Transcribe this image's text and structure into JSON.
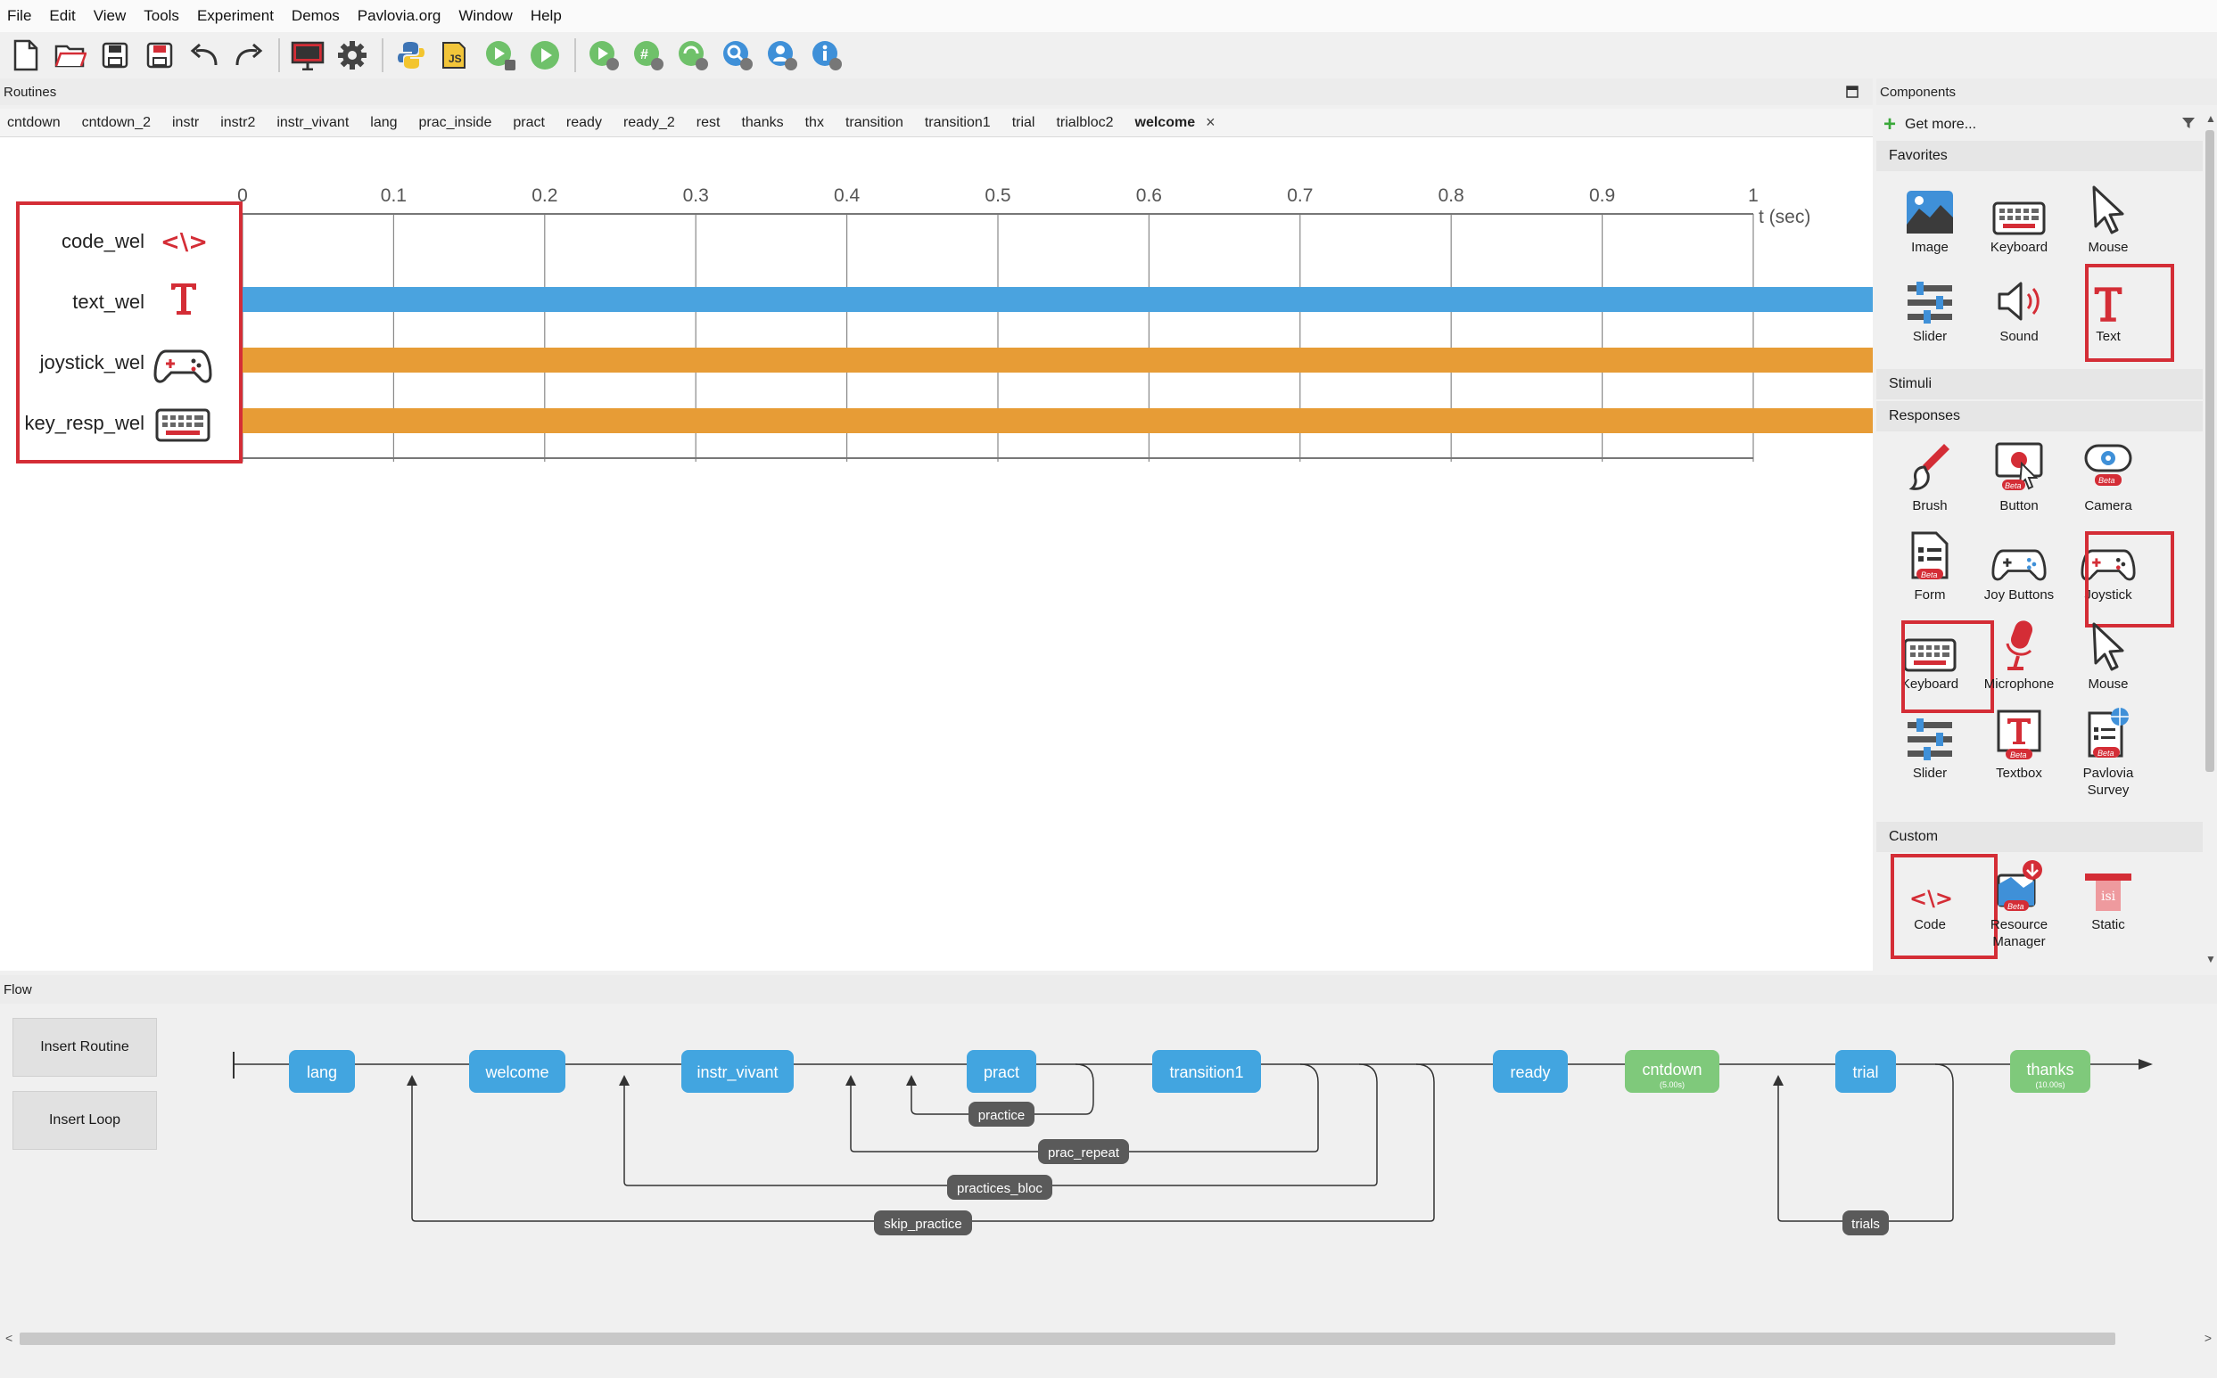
{
  "menu": [
    "File",
    "Edit",
    "View",
    "Tools",
    "Experiment",
    "Demos",
    "Pavlovia.org",
    "Window",
    "Help"
  ],
  "toolbar": {
    "icons": [
      "new-file-icon",
      "open-folder-icon",
      "save-icon",
      "save-as-icon",
      "undo-icon",
      "redo-icon",
      "monitor-icon",
      "settings-gear-icon",
      "python-icon",
      "javascript-icon",
      "compile-run-icon",
      "run-icon",
      "pilot-run-icon",
      "sync-icon",
      "publish-icon",
      "search-icon",
      "user-icon",
      "info-icon"
    ]
  },
  "routines_panel": {
    "title": "Routines",
    "tabs": [
      "cntdown",
      "cntdown_2",
      "instr",
      "instr2",
      "instr_vivant",
      "lang",
      "prac_inside",
      "pract",
      "ready",
      "ready_2",
      "rest",
      "thanks",
      "thx",
      "transition",
      "transition1",
      "trial",
      "trialbloc2",
      "welcome"
    ],
    "active_tab": "welcome"
  },
  "timeline": {
    "ticks": [
      "0",
      "0.1",
      "0.2",
      "0.3",
      "0.4",
      "0.5",
      "0.6",
      "0.7",
      "0.8",
      "0.9",
      "1"
    ],
    "unit_label": "t (sec)",
    "components": [
      {
        "name": "code_wel",
        "icon": "code-icon",
        "bar_color": null
      },
      {
        "name": "text_wel",
        "icon": "text-T-icon",
        "bar_color": "#4aa3df"
      },
      {
        "name": "joystick_wel",
        "icon": "gamepad-icon",
        "bar_color": "#e79c36"
      },
      {
        "name": "key_resp_wel",
        "icon": "keyboard-icon",
        "bar_color": "#e79c36"
      }
    ]
  },
  "components_panel": {
    "title": "Components",
    "get_more": "Get more...",
    "categories": {
      "favorites": {
        "title": "Favorites",
        "items": [
          "Image",
          "Keyboard",
          "Mouse",
          "Slider",
          "Sound",
          "Text"
        ]
      },
      "stimuli": {
        "title": "Stimuli"
      },
      "responses": {
        "title": "Responses",
        "items": [
          "Brush",
          "Button",
          "Camera",
          "Form",
          "Joy Buttons",
          "Joystick",
          "Keyboard",
          "Microphone",
          "Mouse",
          "Slider",
          "Textbox",
          "Pavlovia Survey"
        ]
      },
      "custom": {
        "title": "Custom",
        "items": [
          "Code",
          "Resource Manager",
          "Static"
        ]
      }
    },
    "highlighted": [
      "Text",
      "Joystick",
      "Keyboard",
      "Code"
    ]
  },
  "flow": {
    "title": "Flow",
    "insert_routine": "Insert Routine",
    "insert_loop": "Insert Loop",
    "routines": [
      {
        "label": "lang",
        "color": "#42a5e0",
        "sub": ""
      },
      {
        "label": "welcome",
        "color": "#42a5e0",
        "sub": ""
      },
      {
        "label": "instr_vivant",
        "color": "#42a5e0",
        "sub": ""
      },
      {
        "label": "pract",
        "color": "#42a5e0",
        "sub": ""
      },
      {
        "label": "transition1",
        "color": "#42a5e0",
        "sub": ""
      },
      {
        "label": "ready",
        "color": "#42a5e0",
        "sub": ""
      },
      {
        "label": "cntdown",
        "color": "#7fc97b",
        "sub": "(5.00s)"
      },
      {
        "label": "trial",
        "color": "#42a5e0",
        "sub": ""
      },
      {
        "label": "thanks",
        "color": "#7fc97b",
        "sub": "(10.00s)"
      }
    ],
    "loops": [
      "practice",
      "prac_repeat",
      "practices_bloc",
      "skip_practice",
      "trials"
    ]
  },
  "colors": {
    "highlight": "#d42d36",
    "routine_blue": "#42a5e0",
    "routine_green": "#7fc97b",
    "loop_pill": "#5a5a5a",
    "bar_blue": "#4aa3df",
    "bar_orange": "#e79c36"
  }
}
